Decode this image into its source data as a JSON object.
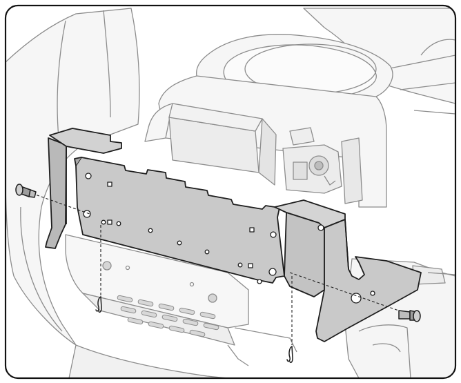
{
  "figure": {
    "kind": "technical-assembly-illustration",
    "colors": {
      "frame": "#111111",
      "line": "#222222",
      "ghost_line": "#8c8c8c",
      "plate_fill": "#c9c9c9",
      "plate_shadow": "#a9a9a9",
      "ghost_fill": "#f4f4f4",
      "background": "#ffffff"
    },
    "parts": [
      {
        "id": "mounting-bracket",
        "icon": "bracket-shape"
      },
      {
        "id": "bolt-left",
        "icon": "bolt-icon"
      },
      {
        "id": "bolt-right",
        "icon": "bolt-icon"
      },
      {
        "id": "hairpin-clip-left",
        "icon": "hairpin-clip-icon"
      },
      {
        "id": "hairpin-clip-right",
        "icon": "hairpin-clip-icon"
      }
    ]
  }
}
